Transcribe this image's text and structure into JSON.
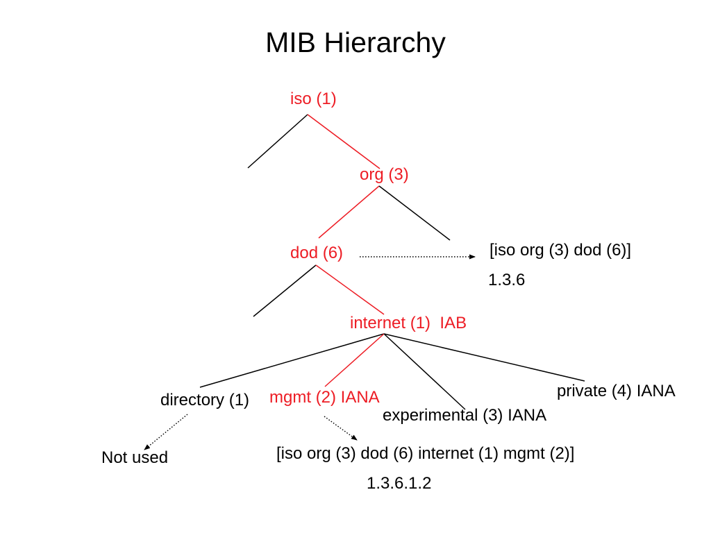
{
  "slide": {
    "title": "MIB Hierarchy"
  },
  "colors": {
    "accent_red": "#ed1c24",
    "text_black": "#000000",
    "background": "#ffffff"
  },
  "tree": {
    "nodes": {
      "iso": "iso (1)",
      "org": "org (3)",
      "dod": "dod (6)",
      "internet": "internet (1)  IAB",
      "directory": "directory (1)",
      "mgmt": "mgmt (2) IANA",
      "experimental": "experimental (3) IANA",
      "private": "private (4) IANA"
    },
    "highlighted_path": [
      "iso",
      "org",
      "dod",
      "internet",
      "mgmt"
    ]
  },
  "annotations": {
    "dod_oid_text": "[iso org (3) dod (6)]",
    "dod_oid_value": "1.3.6",
    "directory_note": "Not used",
    "mgmt_oid_text": "[iso org (3) dod (6) internet (1) mgmt (2)]",
    "mgmt_oid_value": "1.3.6.1.2"
  }
}
